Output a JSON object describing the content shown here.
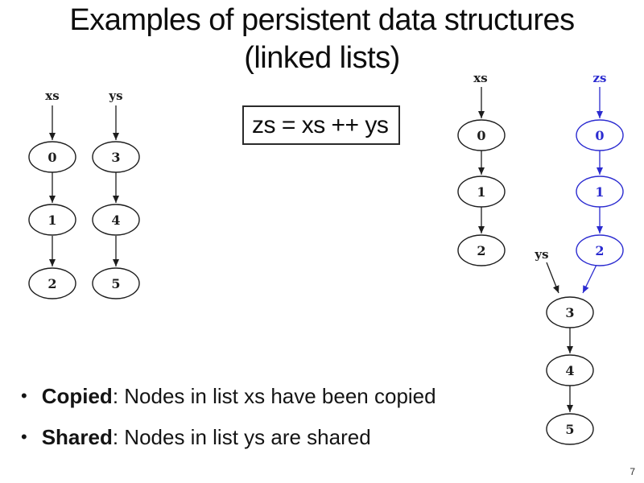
{
  "slide": {
    "title_line1": "Examples of persistent data structures",
    "title_line2": "(linked lists)",
    "equation": "zs = xs ++ ys",
    "page_number": "7"
  },
  "bullets": [
    {
      "term": "Copied",
      "rest": ": Nodes in list xs have been copied"
    },
    {
      "term": "Shared",
      "rest": ": Nodes in list ys are shared"
    }
  ],
  "left_diagram": {
    "lists": [
      {
        "label": "xs",
        "nodes": [
          "0",
          "1",
          "2"
        ]
      },
      {
        "label": "ys",
        "nodes": [
          "3",
          "4",
          "5"
        ]
      }
    ]
  },
  "right_diagram": {
    "labels": {
      "xs": "xs",
      "zs": "zs",
      "ys": "ys"
    },
    "xs_nodes": [
      "0",
      "1",
      "2"
    ],
    "zs_copied_nodes": [
      "0",
      "1",
      "2"
    ],
    "shared_nodes": [
      "3",
      "4",
      "5"
    ]
  },
  "colors": {
    "copied_blue": "#2b2bd0",
    "diagram_black": "#1d1d1d"
  }
}
